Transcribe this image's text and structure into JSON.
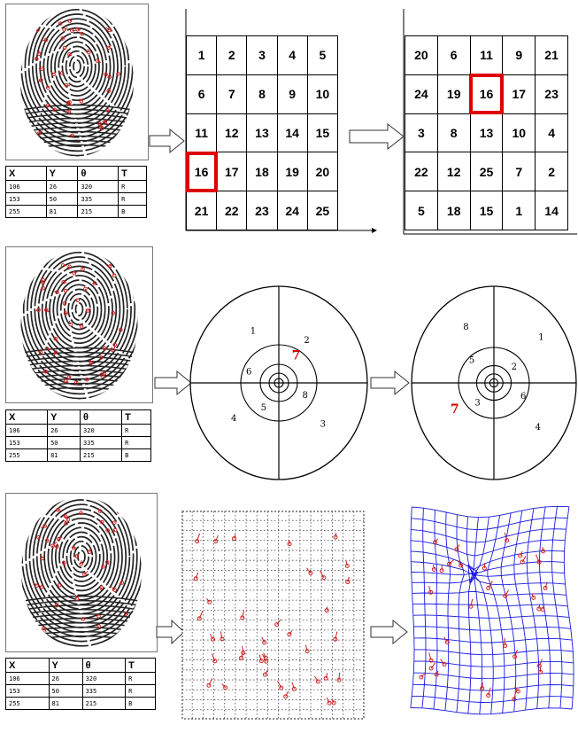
{
  "minutiae_table": {
    "headers": [
      "X",
      "Y",
      "θ",
      "T"
    ],
    "rows": [
      [
        "106",
        "26",
        "320",
        "R"
      ],
      [
        "153",
        "50",
        "335",
        "R"
      ],
      [
        "255",
        "81",
        "215",
        "B"
      ]
    ]
  },
  "grid_original": [
    [
      1,
      2,
      3,
      4,
      5
    ],
    [
      6,
      7,
      8,
      9,
      10
    ],
    [
      11,
      12,
      13,
      14,
      15
    ],
    [
      16,
      17,
      18,
      19,
      20
    ],
    [
      21,
      22,
      23,
      24,
      25
    ]
  ],
  "grid_permuted": [
    [
      20,
      6,
      11,
      9,
      21
    ],
    [
      24,
      19,
      16,
      17,
      23
    ],
    [
      3,
      8,
      13,
      10,
      4
    ],
    [
      22,
      12,
      25,
      7,
      2
    ],
    [
      5,
      18,
      15,
      1,
      14
    ]
  ],
  "highlight_value": 16,
  "polar_original": [
    {
      "label": "1",
      "r": 0.62,
      "a": 118
    },
    {
      "label": "2",
      "r": 0.55,
      "a": 55
    },
    {
      "label": "6",
      "r": 0.36,
      "a": 160
    },
    {
      "label": "7",
      "r": 0.34,
      "a": 55,
      "red": true
    },
    {
      "label": "5",
      "r": 0.3,
      "a": 235
    },
    {
      "label": "8",
      "r": 0.32,
      "a": 338
    },
    {
      "label": "4",
      "r": 0.62,
      "a": 215
    },
    {
      "label": "3",
      "r": 0.65,
      "a": 320
    }
  ],
  "polar_permuted": [
    {
      "label": "8",
      "r": 0.68,
      "a": 120
    },
    {
      "label": "1",
      "r": 0.75,
      "a": 40
    },
    {
      "label": "5",
      "r": 0.36,
      "a": 138
    },
    {
      "label": "2",
      "r": 0.3,
      "a": 35
    },
    {
      "label": "3",
      "r": 0.28,
      "a": 225
    },
    {
      "label": "6",
      "r": 0.38,
      "a": 340
    },
    {
      "label": "7",
      "r": 0.55,
      "a": 210,
      "red": true
    },
    {
      "label": "4",
      "r": 0.7,
      "a": 320
    }
  ],
  "colors": {
    "highlight": "#d00000",
    "minutia": "#cc2222",
    "mesh": "#1a1adf",
    "arrow": "#ffffff"
  }
}
